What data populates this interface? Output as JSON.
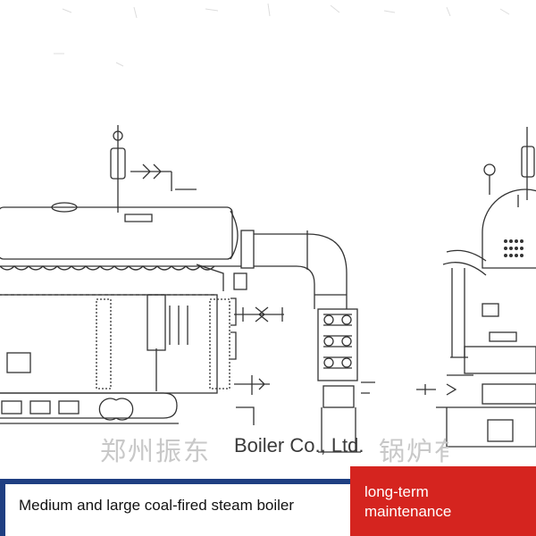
{
  "watermark": {
    "brand_text": "Boiler Co., Ltd.",
    "chinese_prefix": "郑州振东",
    "chinese_suffix": "锅炉有限公司"
  },
  "banner": {
    "product_label": "Medium and large coal-fired steam boiler",
    "feature_label": "long-term\nmaintenance"
  },
  "colors": {
    "banner_blue": "#1f3f82",
    "banner_red": "#d5241f",
    "line": "#333333"
  }
}
